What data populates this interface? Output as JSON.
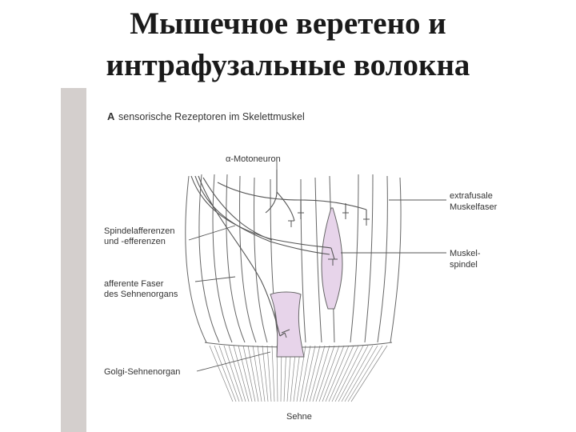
{
  "title": {
    "line1": "Мышечное веретено и",
    "line2": "интрафузальные волокна"
  },
  "figure": {
    "panel_letter": "A",
    "heading": "sensorische Rezeptoren im Skelettmuskel",
    "labels": {
      "motoneuron": "α-Motoneuron",
      "extrafusal_1": "extrafusale",
      "extrafusal_2": "Muskelfaser",
      "spindle_aff_1": "Spindelafferenzen",
      "spindle_aff_2": "und -efferenzen",
      "muskel_1": "Muskel-",
      "muskel_2": "spindel",
      "afferent_1": "afferente Faser",
      "afferent_2": "des Sehnenorgans",
      "golgi": "Golgi-Sehnenorgan",
      "sehne": "Sehne"
    },
    "colors": {
      "sidebar": "#d4cfcd",
      "spindle_fill": "#e7d4ea",
      "line": "#555555"
    }
  }
}
